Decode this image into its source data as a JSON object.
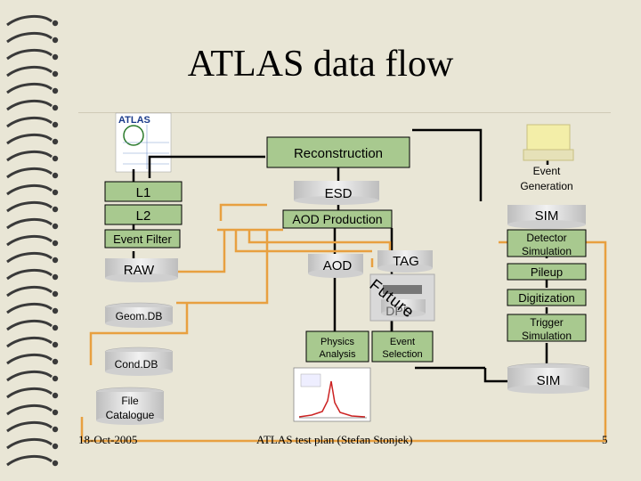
{
  "slide": {
    "title": "ATLAS data flow",
    "footer_left": "18-Oct-2005",
    "footer_center": "ATLAS test plan (Stefan Stonjek)",
    "footer_right": "5"
  },
  "diagram": {
    "reconstruction": "Reconstruction",
    "l1": "L1",
    "l2": "L2",
    "event_filter": "Event Filter",
    "raw": "RAW",
    "esd": "ESD",
    "aod_production": "AOD Production",
    "aod": "AOD",
    "tag": "TAG",
    "dpd": "DPD",
    "future": "Future",
    "physics_analysis": "Physics Analysis",
    "event_selection": "Event Selection",
    "geomdb": "Geom.DB",
    "conddb": "Cond.DB",
    "file_catalogue": "File Catalogue",
    "event_generation": "Event Generation",
    "sim_top": "SIM",
    "detector_simulation": "Detector Simulation",
    "pileup": "Pileup",
    "digitization": "Digitization",
    "trigger_simulation": "Trigger Simulation",
    "sim_bottom": "SIM"
  },
  "colors": {
    "background": "#e9e6d6",
    "box_green": "#a8c98f",
    "cylinder_fill": "#dedede",
    "arrow_black": "#000000",
    "arrow_orange": "#e8a040",
    "spiral": "#3a3a3a"
  },
  "icons": [
    "spiral-binding-icon",
    "atlas-logo-icon",
    "computer-monitor-icon",
    "histogram-plot-icon"
  ]
}
